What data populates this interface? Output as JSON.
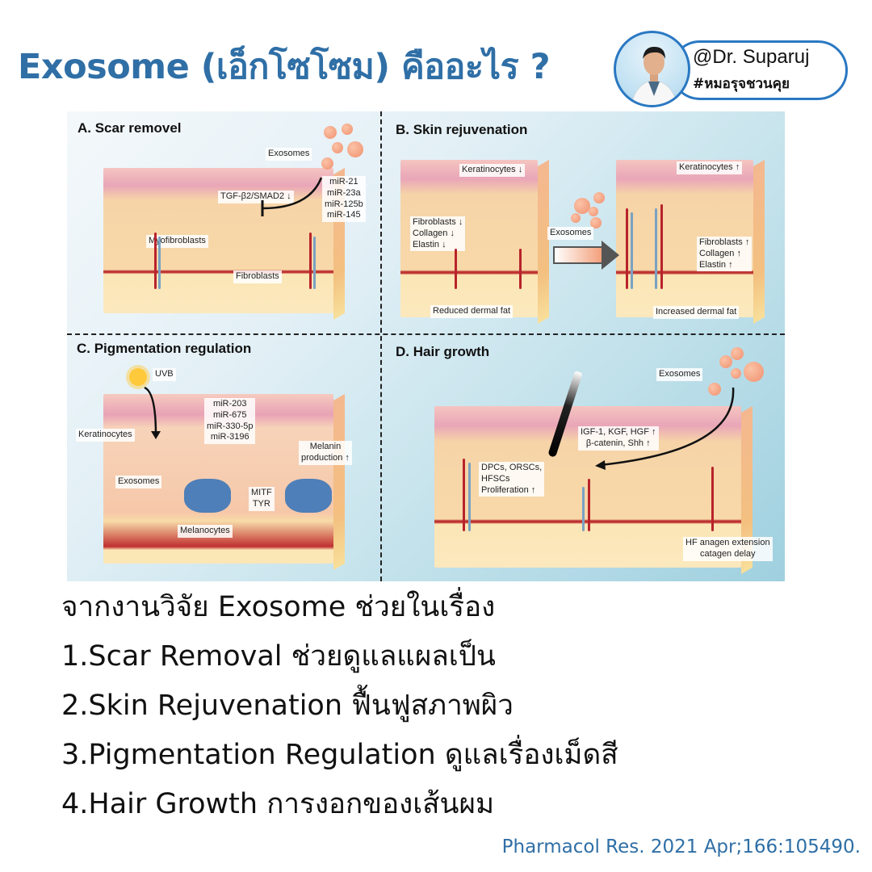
{
  "header": {
    "title": "Exosome (เอ็กโซโซม) คืออะไร ?",
    "title_color": "#2f6fa6"
  },
  "badge": {
    "name": "@Dr. Suparuj",
    "hashtag": "#หมอรุจชวนคุย",
    "border_color": "#2a78c2",
    "avatar_icon": "doctor-portrait"
  },
  "figure": {
    "panels": [
      {
        "id": "A",
        "title": "A. Scar removel",
        "labels": {
          "exosomes": "Exosomes",
          "pathway": "TGF-β2/SMAD2 ↓",
          "mirnas": [
            "miR-21",
            "miR-23a",
            "miR-125b",
            "miR-145"
          ],
          "myofibroblasts": "Myofibroblasts",
          "fibroblasts": "Fibroblasts"
        }
      },
      {
        "id": "B",
        "title": "B. Skin rejuvenation",
        "labels": {
          "before_keratinocytes": "Keratinocytes ↓",
          "before_markers": [
            "Fibroblasts ↓",
            "Collagen ↓",
            "Elastin ↓"
          ],
          "before_fat": "Reduced dermal fat",
          "exosomes": "Exosomes",
          "after_keratinocytes": "Keratinocytes ↑",
          "after_markers": [
            "Fibroblasts ↑",
            "Collagen ↑",
            "Elastin ↑"
          ],
          "after_fat": "Increased dermal fat"
        }
      },
      {
        "id": "C",
        "title": "C. Pigmentation regulation",
        "labels": {
          "uvb": "UVB",
          "keratinocytes": "Keratinocytes",
          "mirnas": [
            "miR-203",
            "miR-675",
            "miR-330-5p",
            "miR-3196"
          ],
          "melanin": [
            "Melanin",
            "production ↑"
          ],
          "exosomes": "Exosomes",
          "targets": [
            "MITF",
            "TYR"
          ],
          "melanocytes": "Melanocytes"
        }
      },
      {
        "id": "D",
        "title": "D. Hair growth",
        "labels": {
          "exosomes": "Exosomes",
          "factors": [
            "IGF-1, KGF, HGF ↑",
            "β-catenin, Shh ↑"
          ],
          "cells": [
            "DPCs, ORSCs,",
            "HFSCs",
            "Proliferation ↑"
          ],
          "hf": [
            "HF anagen extension",
            "catagen delay"
          ]
        }
      }
    ]
  },
  "body": {
    "intro": "จากงานวิจัย Exosome ช่วยในเรื่อง",
    "items": [
      "1.Scar Removal ช่วยดูแลแผลเป็น",
      "2.Skin Rejuvenation ฟื้นฟูสภาพผิว",
      "3.Pigmentation Regulation ดูแลเรื่องเม็ดสี",
      "4.Hair Growth การงอกของเส้นผม"
    ]
  },
  "citation": "Pharmacol Res. 2021 Apr;166:105490."
}
